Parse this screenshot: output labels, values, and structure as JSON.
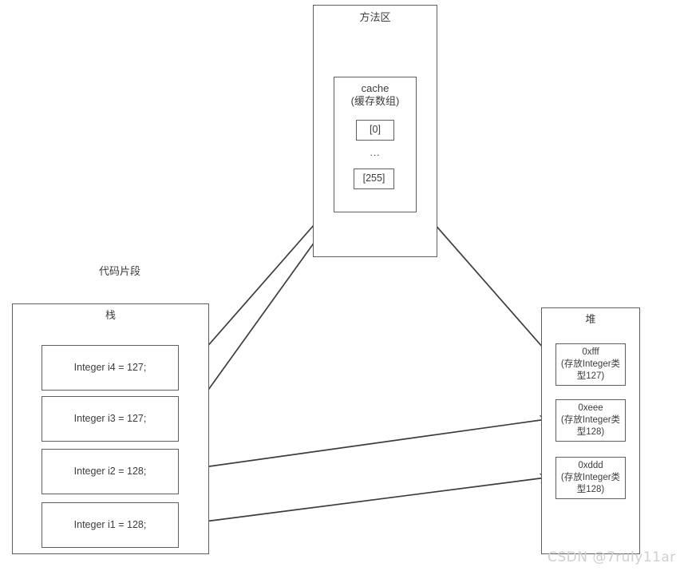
{
  "diagram": {
    "title_hidden": "",
    "code_fragment_label": "代码片段",
    "watermark": "CSDN @7ruly11ar"
  },
  "method_area": {
    "title": "方法区",
    "cache": {
      "title_line1": "cache",
      "title_line2": "(缓存数组)",
      "entries": [
        {
          "label": "[0]"
        },
        {
          "label": "[255]"
        }
      ],
      "ellipsis": "..."
    }
  },
  "stack": {
    "title": "栈",
    "frames": [
      {
        "label": "Integer i4 = 127;"
      },
      {
        "label": "Integer i3 = 127;"
      },
      {
        "label": "Integer i2 = 128;"
      },
      {
        "label": "Integer i1 = 128;"
      }
    ]
  },
  "heap": {
    "title": "堆",
    "objects": [
      {
        "address": "0xfff",
        "desc_line1": "(存放Integer类",
        "desc_line2": "型127)"
      },
      {
        "address": "0xeee",
        "desc_line1": "(存放Integer类",
        "desc_line2": "型128)"
      },
      {
        "address": "0xddd",
        "desc_line1": "(存放Integer类",
        "desc_line2": "型128)"
      }
    ]
  },
  "colors": {
    "stroke": "#5f5f5f",
    "arrow": "#3c3c3c",
    "text": "#3c3c3c",
    "background": "#ffffff",
    "watermark": "#cfcfcf"
  }
}
